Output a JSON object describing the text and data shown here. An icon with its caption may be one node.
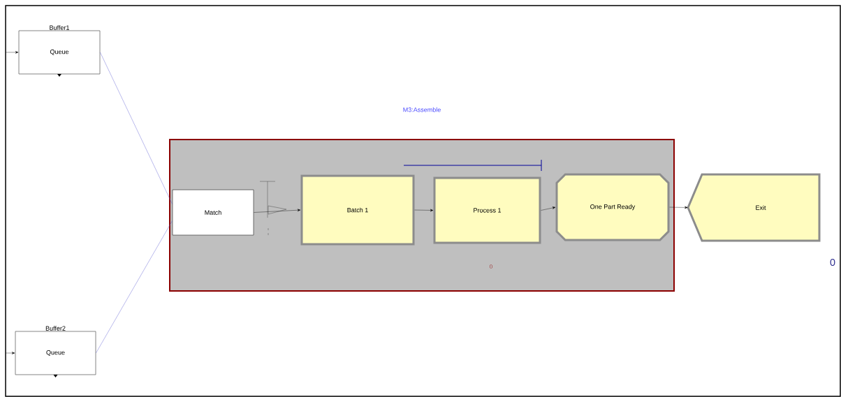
{
  "diagram": {
    "nodes": [
      {
        "text": [
          "M3:Assemble"
        ]
      },
      {
        "text": [
          "Buffer1",
          "Queue"
        ]
      },
      {
        "text": [
          "Buffer2",
          "Queue"
        ]
      },
      {
        "text": [
          "Match"
        ],
        "in": 0
      },
      {
        "text": [
          "Batch 1"
        ],
        "in": 0
      },
      {
        "text": [
          "Process 1"
        ],
        "in": 0,
        "beside": [
          "0"
        ]
      },
      {
        "text": [
          "One Part Ready"
        ],
        "in": 0
      },
      {
        "text": [
          "Exit"
        ],
        "beside": [
          "0"
        ]
      }
    ],
    "edges": [
      {
        "from": null,
        "to": 1,
        "arrow": "to"
      },
      {
        "from": null,
        "to": 2,
        "arrow": "to"
      },
      {
        "from": 1,
        "to": 3,
        "arrow": "none",
        "color": "#5050d0"
      },
      {
        "from": 2,
        "to": 3,
        "arrow": "none",
        "color": "#5050d0"
      },
      {
        "from": 3,
        "to": 4,
        "arrow": "to"
      },
      {
        "from": 4,
        "to": 5,
        "arrow": "to"
      },
      {
        "from": 5,
        "to": 6,
        "arrow": "to"
      },
      {
        "from": 6,
        "to": 7,
        "arrow": "to"
      }
    ]
  }
}
